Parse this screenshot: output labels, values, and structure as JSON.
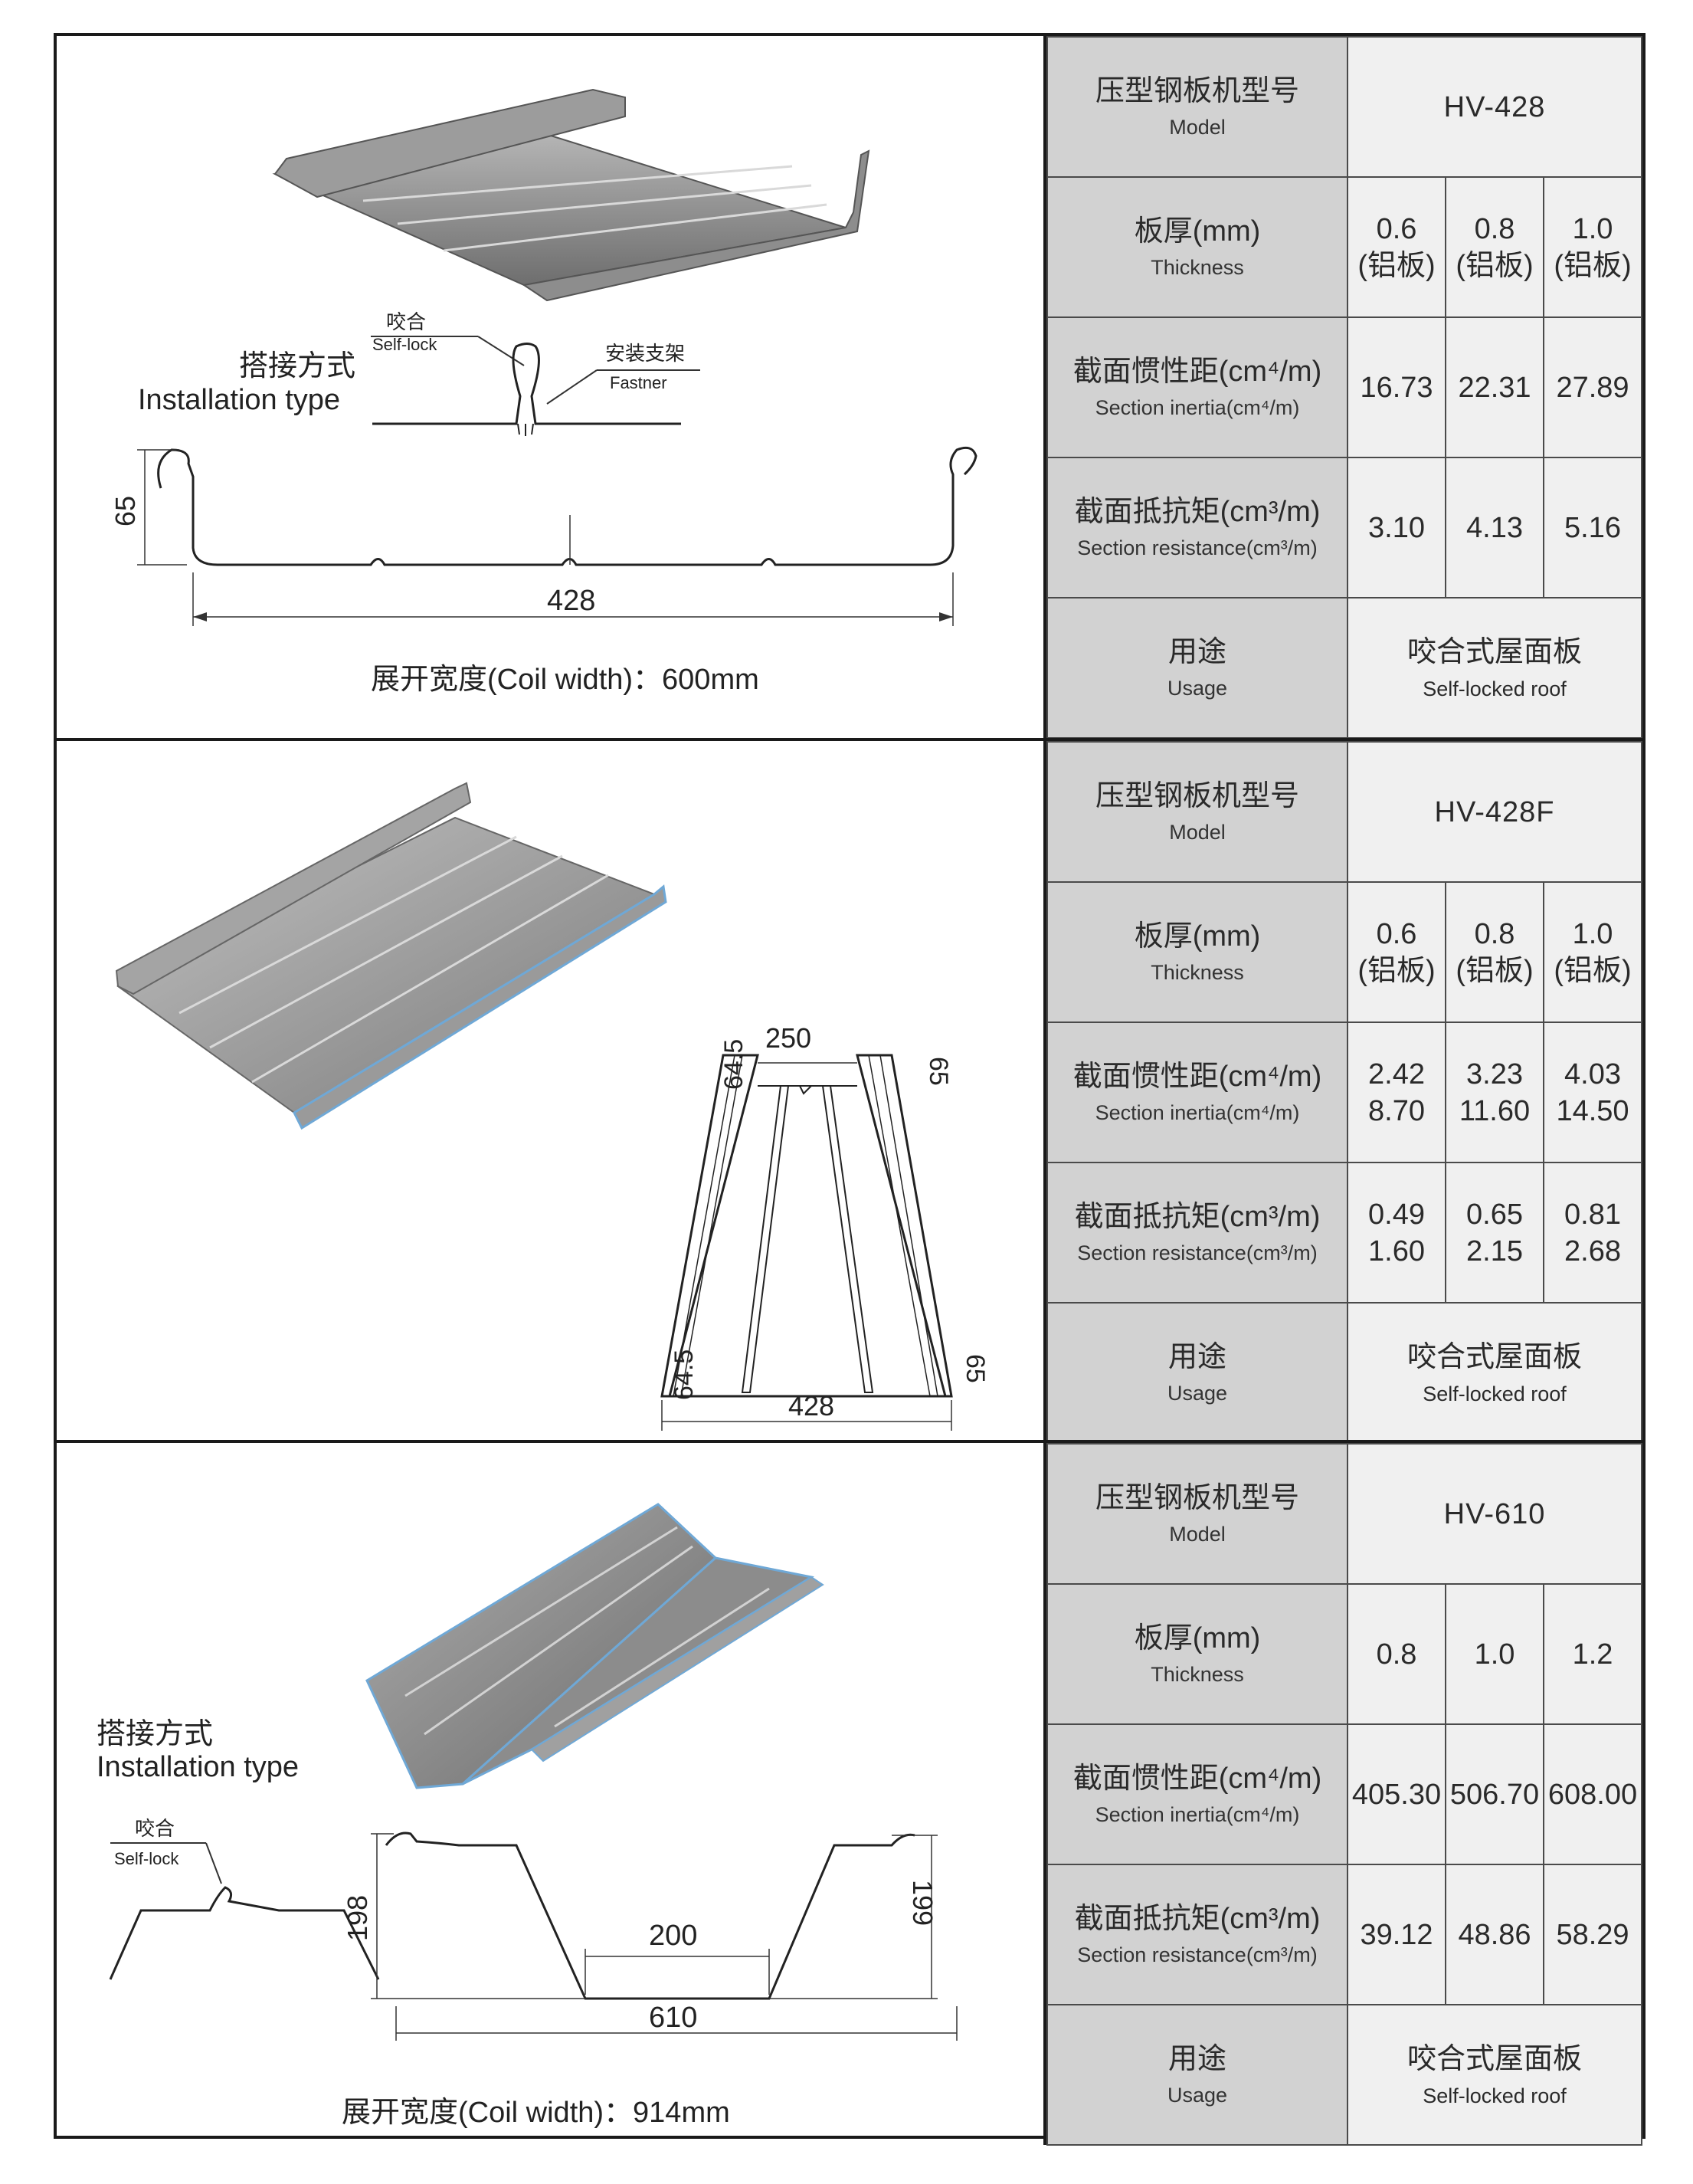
{
  "labels": {
    "model_zh": "压型钢板机型号",
    "model_en": "Model",
    "thickness_zh": "板厚(mm)",
    "thickness_en": "Thickness",
    "inertia_zh": "截面惯性距(cm⁴/m)",
    "inertia_en": "Section inertia(cm⁴/m)",
    "resistance_zh": "截面抵抗矩(cm³/m)",
    "resistance_en": "Section resistance(cm³/m)",
    "usage_zh": "用途",
    "usage_en": "Usage"
  },
  "products": [
    {
      "model": "HV-428",
      "thickness": [
        "0.6\n(铝板)",
        "0.8\n(铝板)",
        "1.0\n(铝板)"
      ],
      "inertia": [
        "16.73",
        "22.31",
        "27.89"
      ],
      "resistance": [
        "3.10",
        "4.13",
        "5.16"
      ],
      "usage_zh": "咬合式屋面板",
      "usage_en": "Self-locked roof",
      "drawing": {
        "install_zh": "搭接方式",
        "install_en": "Installation type",
        "selflock_zh": "咬合",
        "selflock_en": "Self-lock",
        "fastner_zh": "安装支架",
        "fastner_en": "Fastner",
        "height": "65",
        "width": "428",
        "coil": "展开宽度(Coil width)：600mm"
      }
    },
    {
      "model": "HV-428F",
      "thickness": [
        "0.6\n(铝板)",
        "0.8\n(铝板)",
        "1.0\n(铝板)"
      ],
      "inertia": [
        "2.42\n8.70",
        "3.23\n11.60",
        "4.03\n14.50"
      ],
      "resistance": [
        "0.49\n1.60",
        "0.65\n2.15",
        "0.81\n2.68"
      ],
      "usage_zh": "咬合式屋面板",
      "usage_en": "Self-locked roof",
      "drawing": {
        "top_left": "64.5",
        "top_width": "250",
        "top_right": "65",
        "bot_left": "64.5",
        "bot_width": "428",
        "bot_right": "65"
      }
    },
    {
      "model": "HV-610",
      "thickness": [
        "0.8",
        "1.0",
        "1.2"
      ],
      "inertia": [
        "405.30",
        "506.70",
        "608.00"
      ],
      "resistance": [
        "39.12",
        "48.86",
        "58.29"
      ],
      "usage_zh": "咬合式屋面板",
      "usage_en": "Self-locked roof",
      "drawing": {
        "install_zh": "搭接方式",
        "install_en": "Installation type",
        "selflock_zh": "咬合",
        "selflock_en": "Self-lock",
        "h_left": "198",
        "h_right": "199",
        "bottom": "200",
        "width": "610",
        "coil": "展开宽度(Coil width)：914mm"
      }
    }
  ],
  "colors": {
    "label_bg": "#d2d2d2",
    "value_bg": "#f0f0f0",
    "panel_gray": "#8a8a8a",
    "edge_blue": "#6fa8d6"
  }
}
